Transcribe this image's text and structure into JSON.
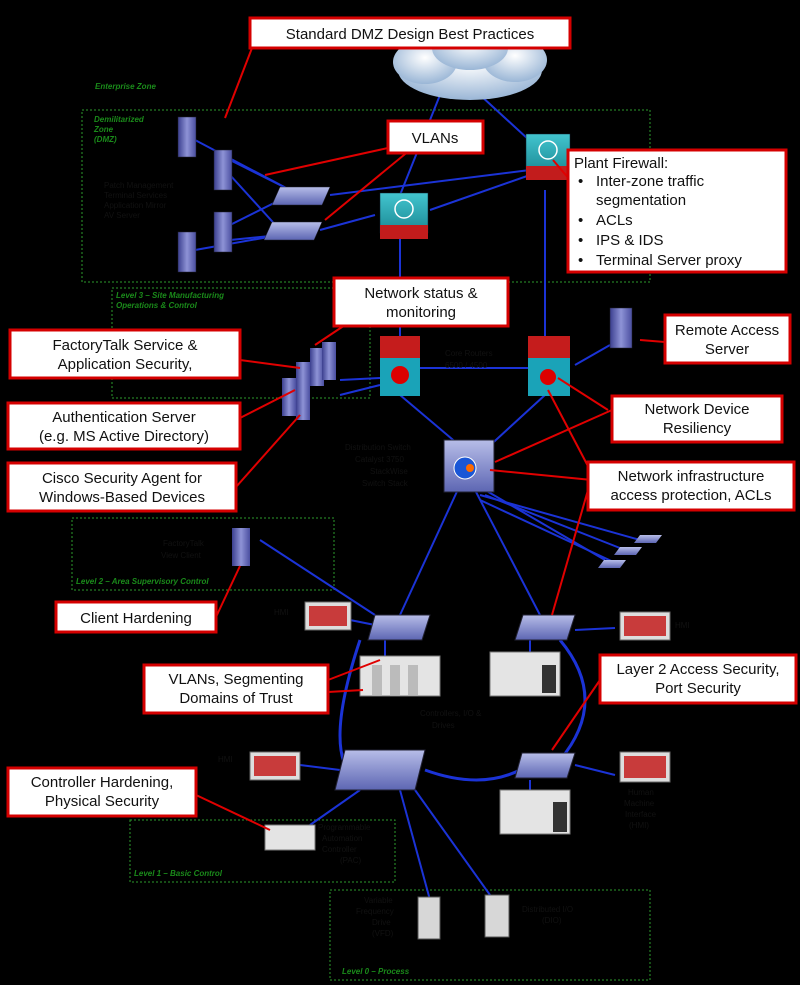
{
  "callouts": {
    "dmz_best_practices": "Standard DMZ Design Best Practices",
    "vlans": "VLANs",
    "plant_firewall_title": "Plant Firewall:",
    "plant_firewall_items": [
      "Inter-zone traffic",
      "segmentation",
      "ACLs",
      "IPS & IDS",
      "Terminal Server proxy"
    ],
    "network_status_1": "Network status &",
    "network_status_2": "monitoring",
    "factorytalk_1": "FactoryTalk Service &",
    "factorytalk_2": "Application Security,",
    "remote_access_1": "Remote Access",
    "remote_access_2": "Server",
    "auth_1": "Authentication Server",
    "auth_2": "(e.g. MS Active Directory)",
    "resiliency_1": "Network Device",
    "resiliency_2": "Resiliency",
    "csa_1": "Cisco Security Agent for",
    "csa_2": "Windows-Based Devices",
    "infra_1": "Network infrastructure",
    "infra_2": "access protection, ACLs",
    "client_hardening": "Client Hardening",
    "layer2_1": "Layer 2 Access Security,",
    "layer2_2": "Port Security",
    "vlans_seg_1": "VLANs, Segmenting",
    "vlans_seg_2": "Domains of Trust",
    "controller_1": "Controller Hardening,",
    "controller_2": "Physical Security"
  },
  "zones": {
    "enterprise": "Enterprise Zone",
    "dmz_1": "Demilitarized",
    "dmz_2": "Zone",
    "dmz_3": "(DMZ)",
    "level3_1": "Level 3 – Site Manufacturing",
    "level3_2": "Operations & Control",
    "level2": "Level 2 – Area Supervisory Control",
    "level1": "Level 1 – Basic Control",
    "level0": "Level 0 – Process"
  },
  "labels": {
    "dmz_servers": [
      "Patch Management",
      "Terminal Services",
      "Application Mirror",
      "AV Server"
    ],
    "core_routers_1": "Core Routers",
    "core_routers_2": "6500 / 4500",
    "dist_switch": [
      "Distribution Switch",
      "Catalyst 3750",
      "StackWise",
      "Switch Stack"
    ],
    "ftview": [
      "FactoryTalk",
      "View Client"
    ],
    "hmi": "HMI",
    "controllers": [
      "Controllers, I/O &",
      "Drives"
    ],
    "hmi_full": [
      "Human",
      "Machine",
      "Interface",
      "(HMI)"
    ],
    "pac": [
      "Programmable",
      "Automation",
      "Controller",
      "(PAC)"
    ],
    "vfd": [
      "Variable",
      "Frequency",
      "Drive",
      "(VFD)"
    ],
    "dio": [
      "Distributed I/O",
      "(DIO)"
    ]
  },
  "colors": {
    "callout_border": "#d50000",
    "link_blue": "#1b33d6",
    "link_red": "#e00000",
    "zone_green": "#2c9a2c",
    "background": "#000000"
  }
}
